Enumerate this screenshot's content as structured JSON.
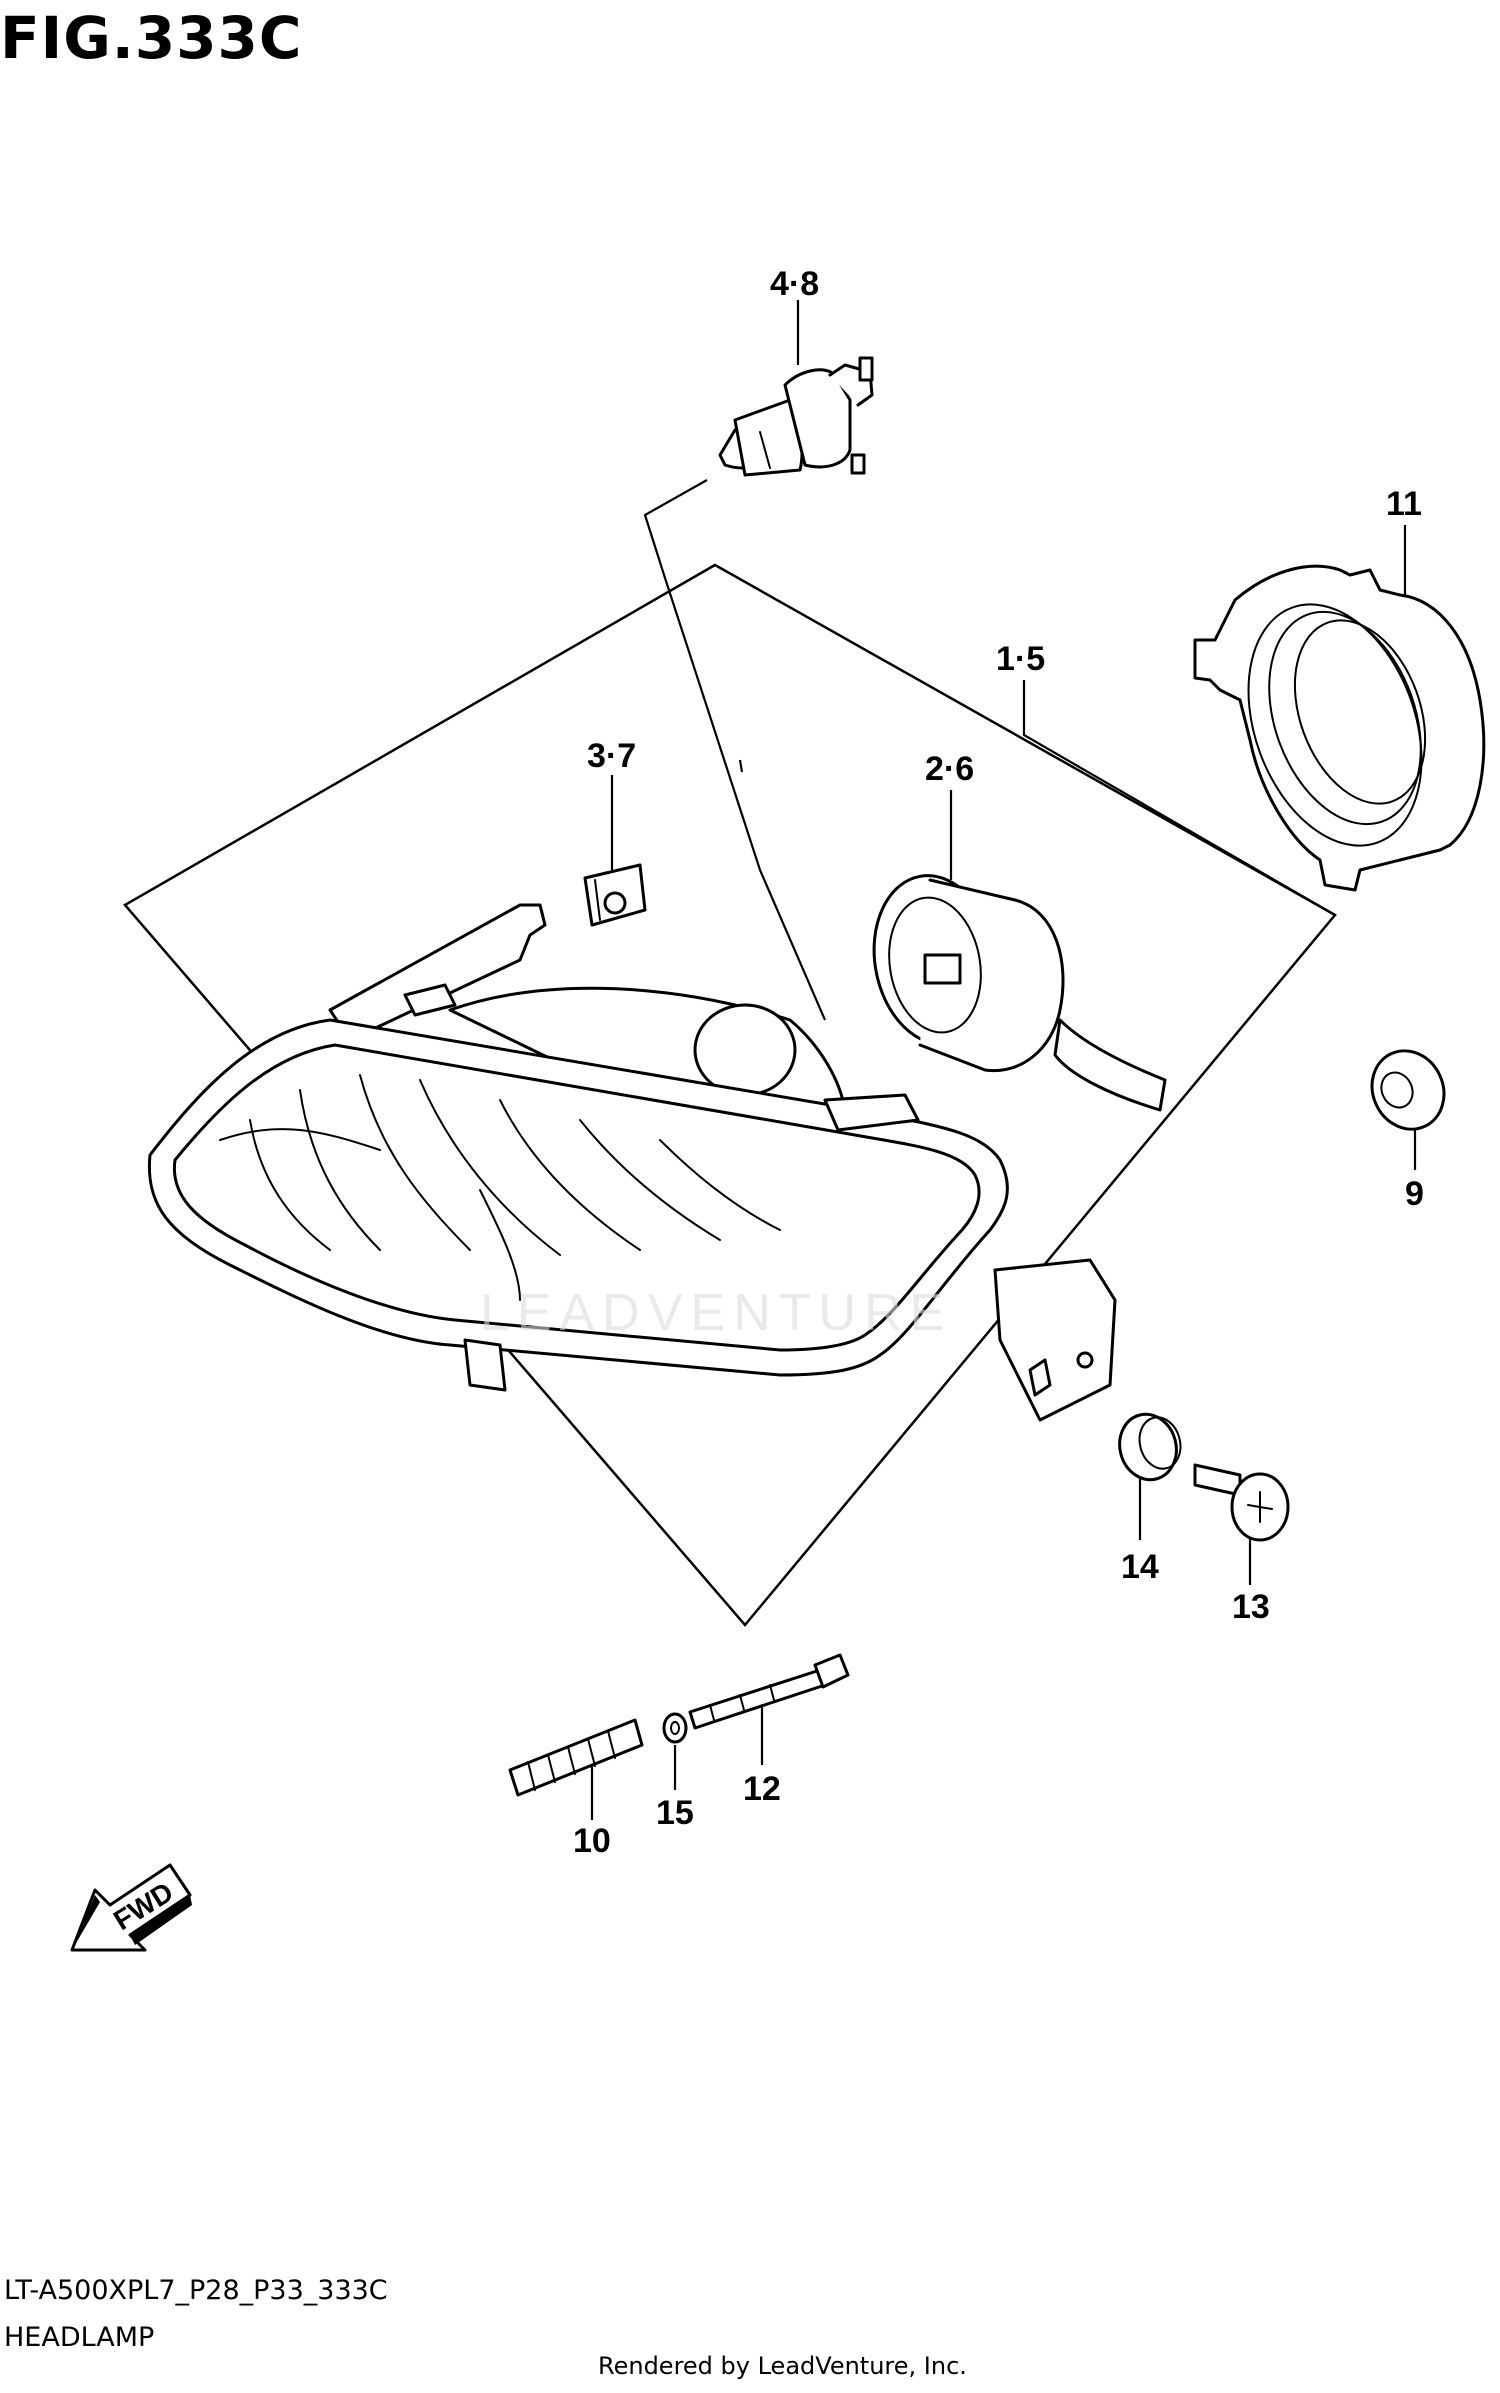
{
  "figure": {
    "title": "FIG.333C",
    "model_code": "LT-A500XPL7_P28_P33_333C",
    "section_name": "HEADLAMP",
    "rendered_by": "Rendered by LeadVenture, Inc."
  },
  "callouts": {
    "bulb": "4·8",
    "housing_assembly": "1·5",
    "retainer_clip": "3·7",
    "socket": "2·6",
    "cover": "11",
    "grommet_9": "9",
    "grommet_14": "14",
    "screw_13": "13",
    "spring": "10",
    "washer": "15",
    "adjust_screw": "12"
  },
  "fwd_arrow_label": "FWD",
  "watermark_text": "LEADVENTURE"
}
